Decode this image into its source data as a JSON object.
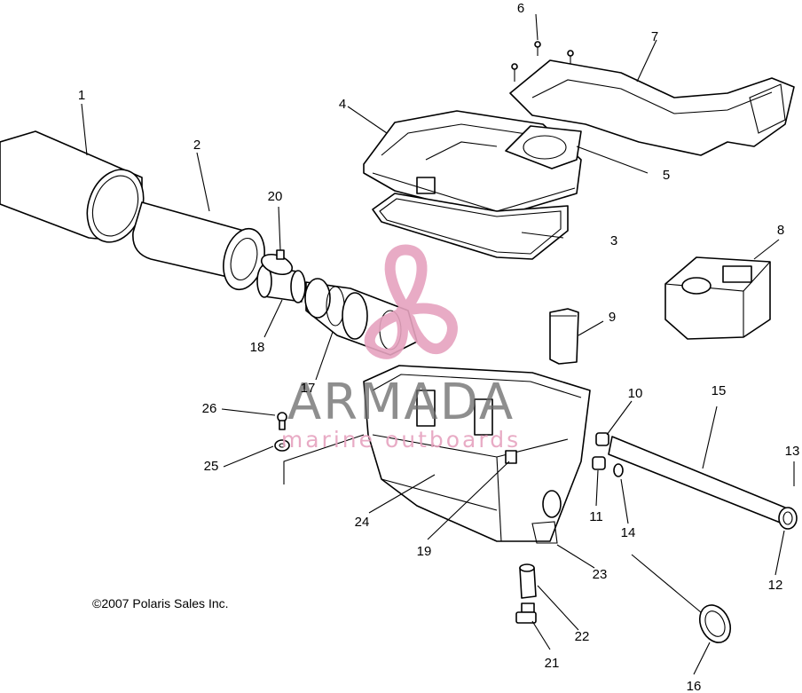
{
  "copyright": "©2007 Polaris Sales Inc.",
  "watermark": {
    "brand": "ARMADA",
    "tagline": "marine outboards",
    "color": "#e6a3bf",
    "icon": "propeller-icon"
  },
  "callouts": {
    "c1": "1",
    "c2": "2",
    "c3": "3",
    "c4": "4",
    "c5": "5",
    "c6": "6",
    "c7": "7",
    "c8": "8",
    "c9": "9",
    "c10": "10",
    "c11": "11",
    "c12": "12",
    "c13": "13",
    "c14": "14",
    "c15": "15",
    "c16": "16",
    "c17": "17",
    "c18": "18",
    "c19": "19",
    "c20": "20",
    "c21": "21",
    "c22": "22",
    "c23": "23",
    "c24": "24",
    "c25": "25",
    "c26": "26"
  }
}
